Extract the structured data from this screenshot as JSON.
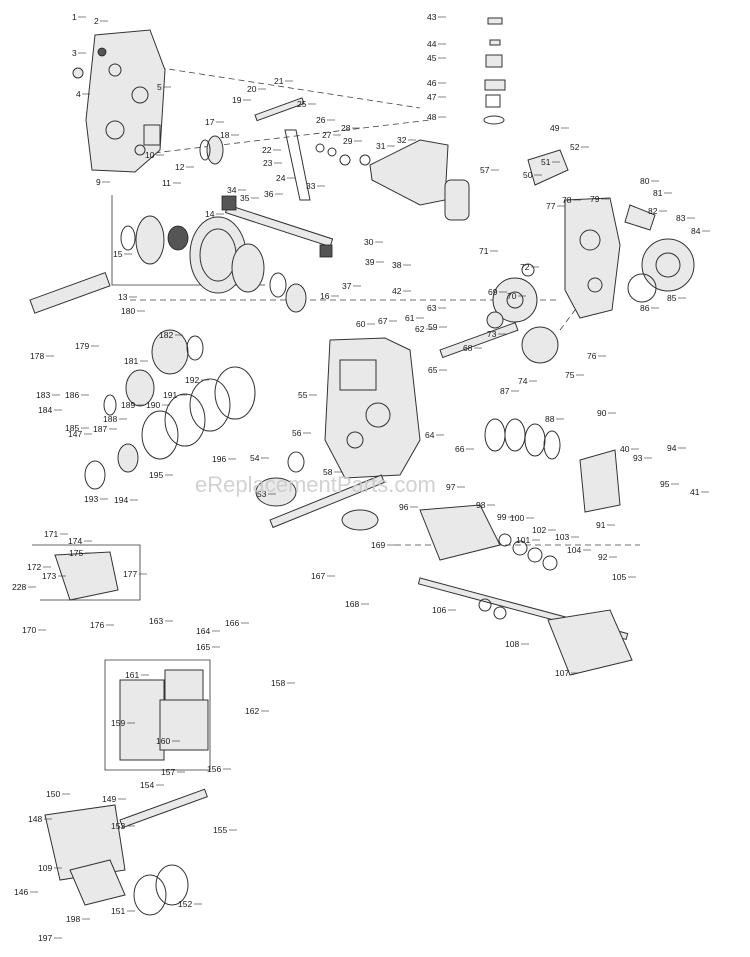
{
  "watermark": "eReplacementParts.com",
  "callouts": [
    "1",
    "2",
    "3",
    "4",
    "5",
    "9",
    "10",
    "11",
    "12",
    "13",
    "14",
    "15",
    "16",
    "17",
    "18",
    "19",
    "20",
    "21",
    "22",
    "23",
    "24",
    "25",
    "26",
    "27",
    "28",
    "29",
    "30",
    "31",
    "32",
    "33",
    "34",
    "35",
    "36",
    "37",
    "38",
    "39",
    "40",
    "41",
    "42",
    "43",
    "44",
    "45",
    "46",
    "47",
    "48",
    "49",
    "50",
    "51",
    "52",
    "53",
    "54",
    "55",
    "56",
    "57",
    "58",
    "59",
    "60",
    "61",
    "62",
    "63",
    "64",
    "65",
    "66",
    "67",
    "68",
    "69",
    "70",
    "71",
    "72",
    "73",
    "74",
    "75",
    "76",
    "77",
    "78",
    "79",
    "80",
    "81",
    "82",
    "83",
    "84",
    "85",
    "86",
    "87",
    "88",
    "90",
    "91",
    "92",
    "93",
    "94",
    "95",
    "96",
    "97",
    "98",
    "99",
    "100",
    "101",
    "102",
    "103",
    "104",
    "105",
    "106",
    "107",
    "108",
    "109",
    "146",
    "147",
    "148",
    "149",
    "150",
    "151",
    "152",
    "153",
    "154",
    "155",
    "156",
    "157",
    "158",
    "159",
    "160",
    "161",
    "162",
    "163",
    "164",
    "165",
    "166",
    "167",
    "168",
    "169",
    "170",
    "171",
    "172",
    "173",
    "174",
    "175",
    "176",
    "177",
    "178",
    "179",
    "180",
    "181",
    "182",
    "183",
    "184",
    "185",
    "186",
    "187",
    "188",
    "189",
    "190",
    "191",
    "192",
    "193",
    "194",
    "195",
    "196",
    "197",
    "198",
    "228"
  ]
}
